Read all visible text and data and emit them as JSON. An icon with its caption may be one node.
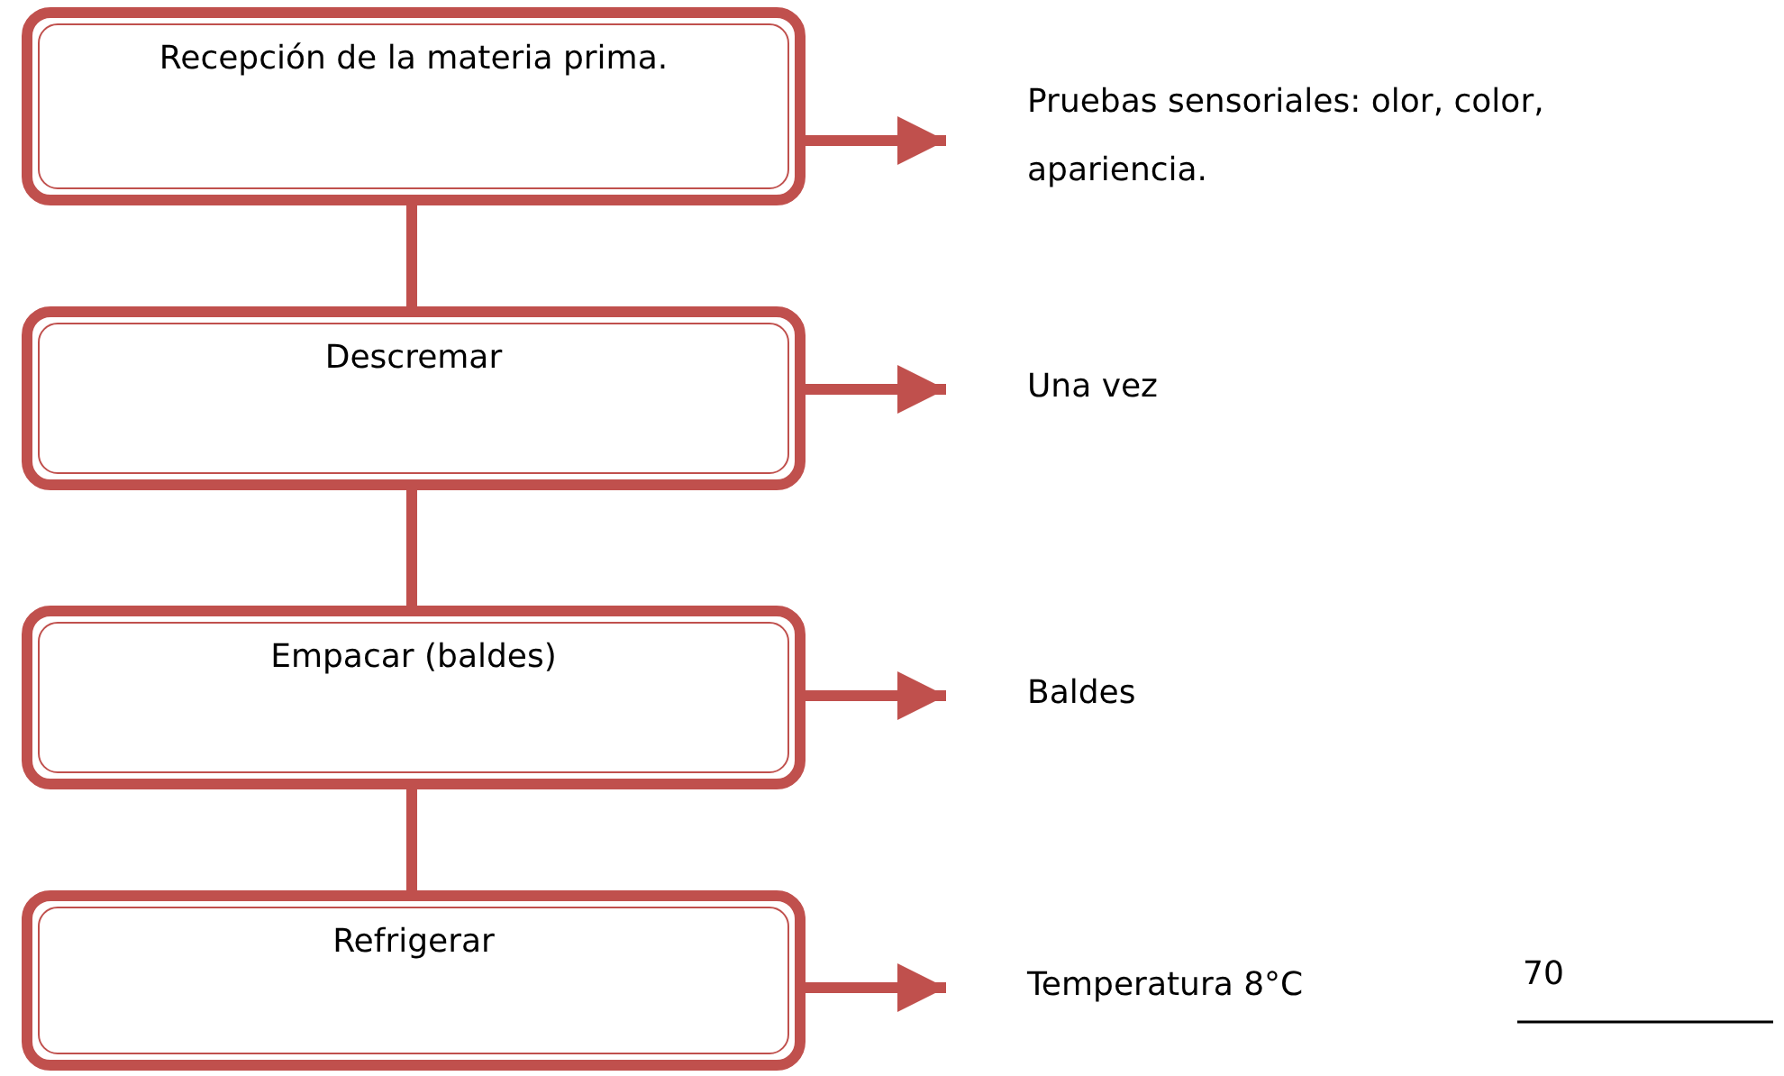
{
  "diagram": {
    "nodes": [
      {
        "text": [
          "Recepción de la materia prima."
        ]
      },
      {
        "text": [
          "Descremar"
        ]
      },
      {
        "text": [
          "Empacar (baldes)"
        ]
      },
      {
        "text": [
          "Refrigerar"
        ]
      },
      {
        "text": [
          "Pruebas sensoriales: olor, color, apariencia."
        ]
      },
      {
        "text": [
          "Una vez"
        ]
      },
      {
        "text": [
          "Baldes"
        ]
      },
      {
        "text": [
          "Temperatura 8°C"
        ]
      }
    ],
    "edges": [
      {
        "from": 0,
        "to": 1,
        "arrow": "none"
      },
      {
        "from": 1,
        "to": 2,
        "arrow": "none"
      },
      {
        "from": 2,
        "to": 3,
        "arrow": "none"
      },
      {
        "from": 0,
        "to": 4,
        "arrow": "to"
      },
      {
        "from": 1,
        "to": 5,
        "arrow": "to"
      },
      {
        "from": 2,
        "to": 6,
        "arrow": "to"
      },
      {
        "from": 3,
        "to": 7,
        "arrow": "to"
      }
    ],
    "labels": [
      "70"
    ]
  }
}
